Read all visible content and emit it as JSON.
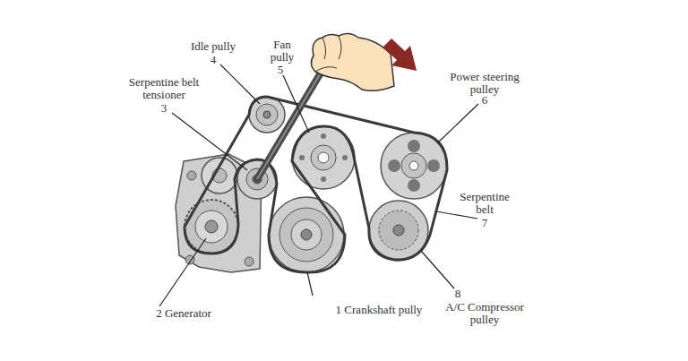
{
  "diagram": {
    "labels": [
      "Idle pully",
      "4",
      "Fan pully",
      "5",
      "Power steering pulley",
      "6",
      "Serpentine belt tensioner",
      "3",
      "Serpentine belt",
      "7",
      "8",
      "A/C Compressor pulley",
      "2 Generator",
      "1 Crankshaft pully"
    ]
  }
}
